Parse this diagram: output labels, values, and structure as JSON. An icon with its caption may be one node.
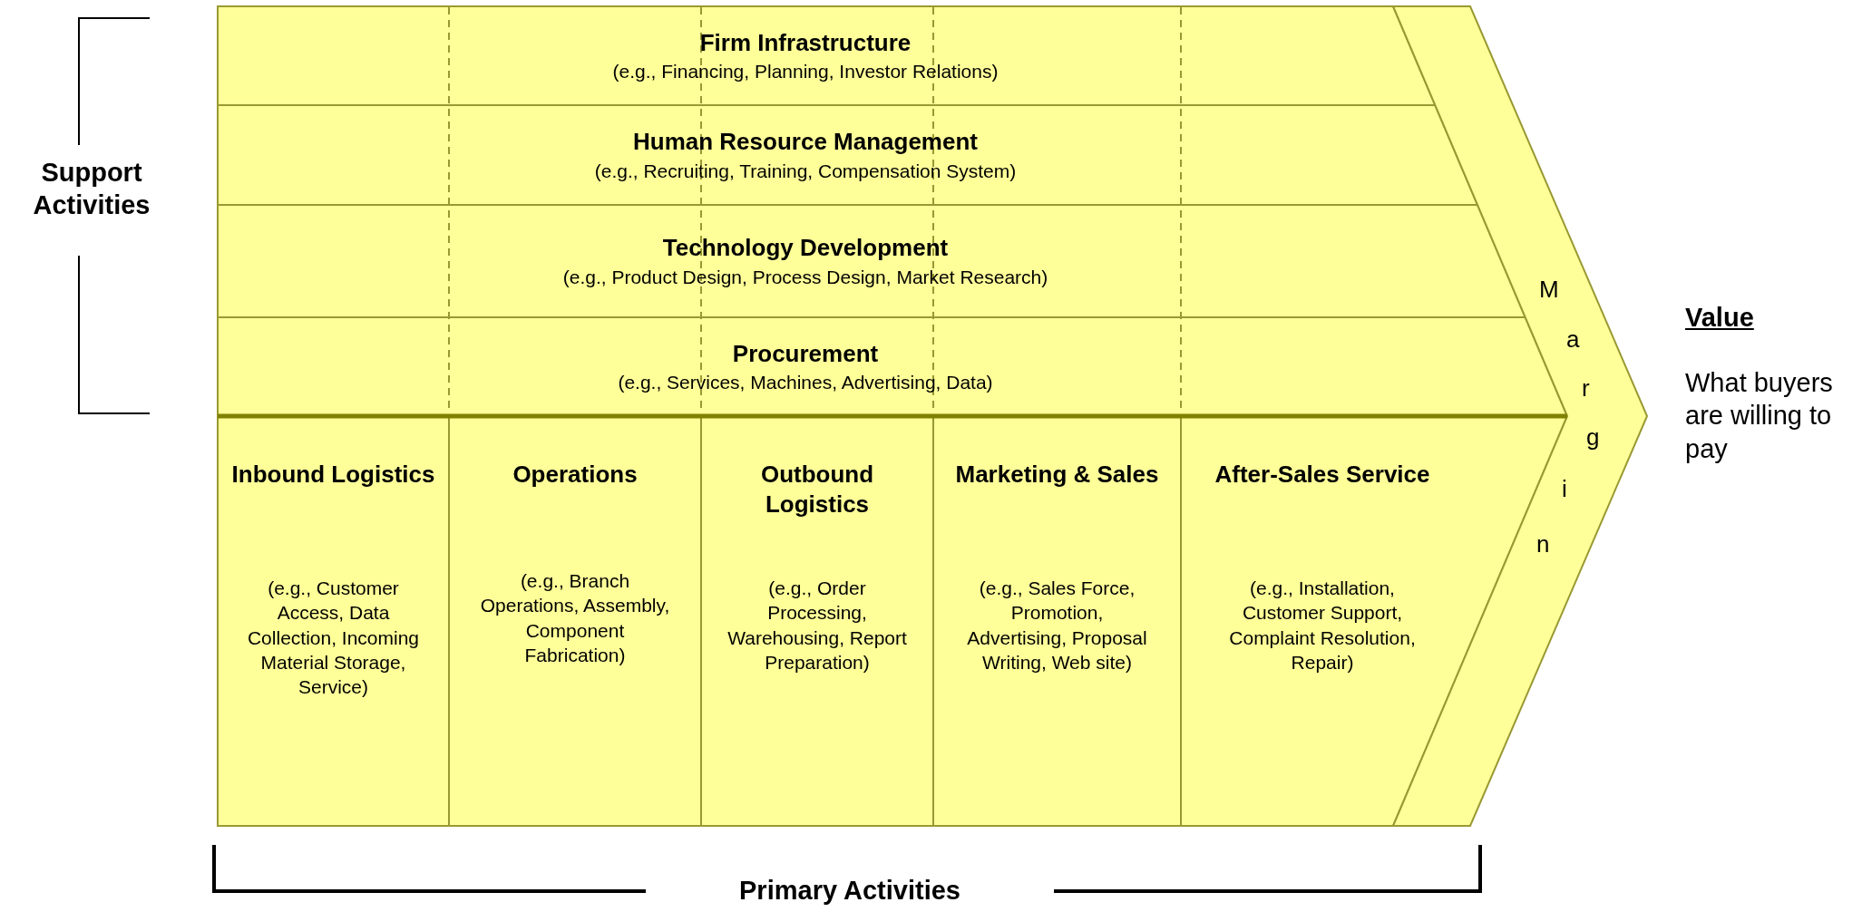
{
  "diagram": {
    "nodes": [
      {
        "text": [
          "Firm Infrastructure",
          "(e.g., Financing, Planning, Investor Relations)"
        ]
      },
      {
        "text": [
          "Human Resource Management",
          "(e.g., Recruiting, Training, Compensation System)"
        ]
      },
      {
        "text": [
          "Technology Development",
          "(e.g., Product Design, Process Design, Market Research)"
        ]
      },
      {
        "text": [
          "Procurement",
          "(e.g., Services, Machines, Advertising, Data)"
        ]
      },
      {
        "text": [
          "Inbound Logistics",
          "(e.g., Customer Access, Data Collection, Incoming Material Storage, Service)"
        ]
      },
      {
        "text": [
          "Operations",
          "(e.g., Branch Operations, Assembly, Component Fabrication)"
        ]
      },
      {
        "text": [
          "Outbound Logistics",
          "(e.g., Order Processing, Warehousing, Report Preparation)"
        ]
      },
      {
        "text": [
          "Marketing & Sales",
          "(e.g., Sales Force, Promotion, Advertising, Proposal Writing, Web site)"
        ]
      },
      {
        "text": [
          "After-Sales Service",
          "(e.g., Installation, Customer Support, Complaint Resolution, Repair)"
        ]
      },
      {
        "text": [
          "Margin"
        ]
      }
    ],
    "labels": [
      "Support Activities",
      "Primary Activities",
      "Value",
      "What buyers are willing to pay"
    ]
  }
}
